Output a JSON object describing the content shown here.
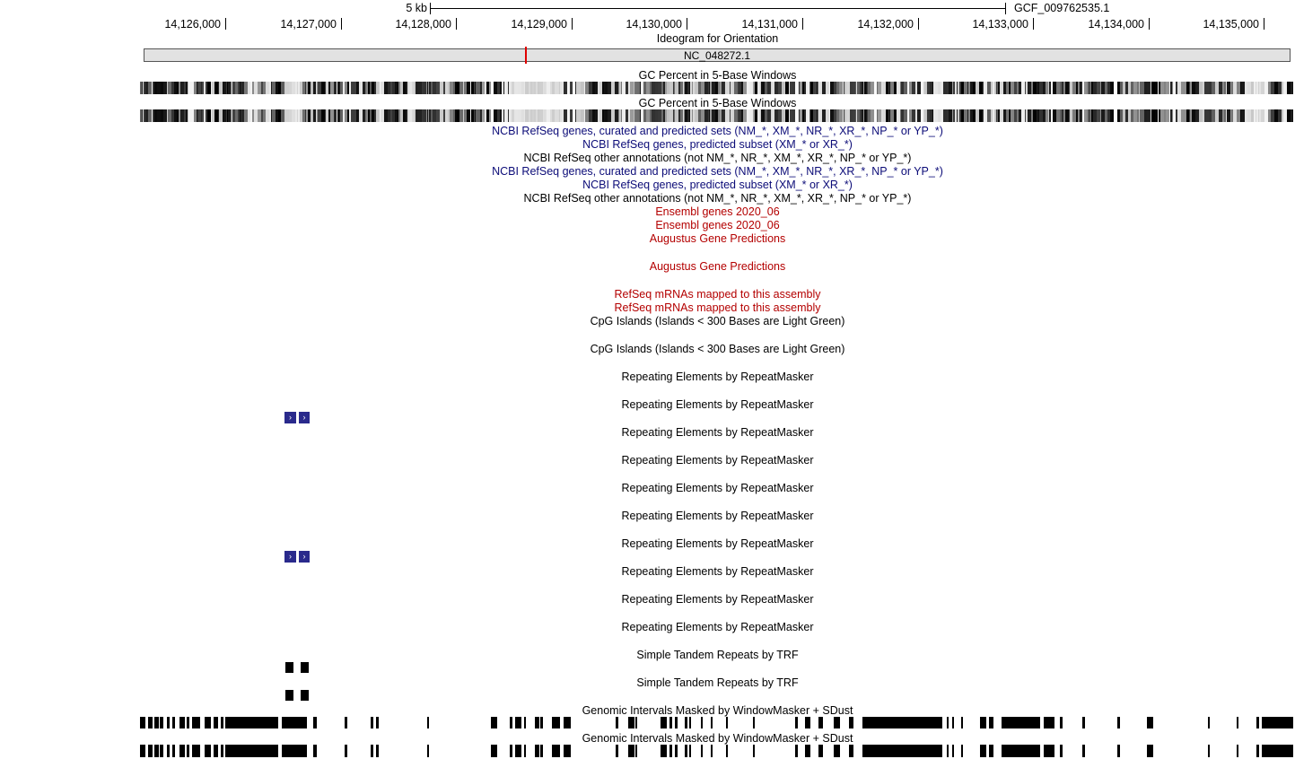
{
  "scale": {
    "label": "5 kb",
    "assembly": "GCF_009762535.1"
  },
  "ruler": {
    "ticks": [
      "14,126,000",
      "14,127,000",
      "14,128,000",
      "14,129,000",
      "14,130,000",
      "14,131,000",
      "14,132,000",
      "14,133,000",
      "14,134,000",
      "14,135,000"
    ]
  },
  "ideogram": {
    "title": "Ideogram for Orientation",
    "chrom": "NC_048272.1"
  },
  "tracks": [
    {
      "label": "GC Percent in 5-Base Windows",
      "color": "#000000"
    },
    {
      "label": "GC Percent in 5-Base Windows",
      "color": "#000000"
    },
    {
      "label": "NCBI RefSeq genes, curated and predicted sets (NM_*, XM_*, NR_*, XR_*, NP_* or YP_*)",
      "color": "#0c0c78"
    },
    {
      "label": "NCBI RefSeq genes, predicted subset (XM_* or XR_*)",
      "color": "#0c0c78"
    },
    {
      "label": "NCBI RefSeq other annotations (not NM_*, NR_*, XM_*, XR_*, NP_* or YP_*)",
      "color": "#000000"
    },
    {
      "label": "NCBI RefSeq genes, curated and predicted sets (NM_*, XM_*, NR_*, XR_*, NP_* or YP_*)",
      "color": "#0c0c78"
    },
    {
      "label": "NCBI RefSeq genes, predicted subset (XM_* or XR_*)",
      "color": "#0c0c78"
    },
    {
      "label": "NCBI RefSeq other annotations (not NM_*, NR_*, XM_*, XR_*, NP_* or YP_*)",
      "color": "#000000"
    },
    {
      "label": "Ensembl genes 2020_06",
      "color": "#b40000"
    },
    {
      "label": "Ensembl genes 2020_06",
      "color": "#b40000"
    },
    {
      "label": "Augustus Gene Predictions",
      "color": "#b40000"
    },
    {
      "label": "Augustus Gene Predictions",
      "color": "#b40000"
    },
    {
      "label": "RefSeq mRNAs mapped to this assembly",
      "color": "#b40000"
    },
    {
      "label": "RefSeq mRNAs mapped to this assembly",
      "color": "#b40000"
    },
    {
      "label": "CpG Islands (Islands < 300 Bases are Light Green)",
      "color": "#000000"
    },
    {
      "label": "CpG Islands (Islands < 300 Bases are Light Green)",
      "color": "#000000"
    },
    {
      "label": "Repeating Elements by RepeatMasker",
      "color": "#000000"
    },
    {
      "label": "Repeating Elements by RepeatMasker",
      "color": "#000000"
    },
    {
      "label": "Repeating Elements by RepeatMasker",
      "color": "#000000"
    },
    {
      "label": "Repeating Elements by RepeatMasker",
      "color": "#000000"
    },
    {
      "label": "Repeating Elements by RepeatMasker",
      "color": "#000000"
    },
    {
      "label": "Repeating Elements by RepeatMasker",
      "color": "#000000"
    },
    {
      "label": "Repeating Elements by RepeatMasker",
      "color": "#000000"
    },
    {
      "label": "Repeating Elements by RepeatMasker",
      "color": "#000000"
    },
    {
      "label": "Repeating Elements by RepeatMasker",
      "color": "#000000"
    },
    {
      "label": "Repeating Elements by RepeatMasker",
      "color": "#000000"
    },
    {
      "label": "Simple Tandem Repeats by TRF",
      "color": "#000000"
    },
    {
      "label": "Simple Tandem Repeats by TRF",
      "color": "#000000"
    },
    {
      "label": "Genomic Intervals Masked by WindowMasker + SDust",
      "color": "#000000"
    },
    {
      "label": "Genomic Intervals Masked by WindowMasker + SDust",
      "color": "#000000"
    }
  ],
  "icons": {
    "repeat_feature": "chevron-right-icon"
  }
}
